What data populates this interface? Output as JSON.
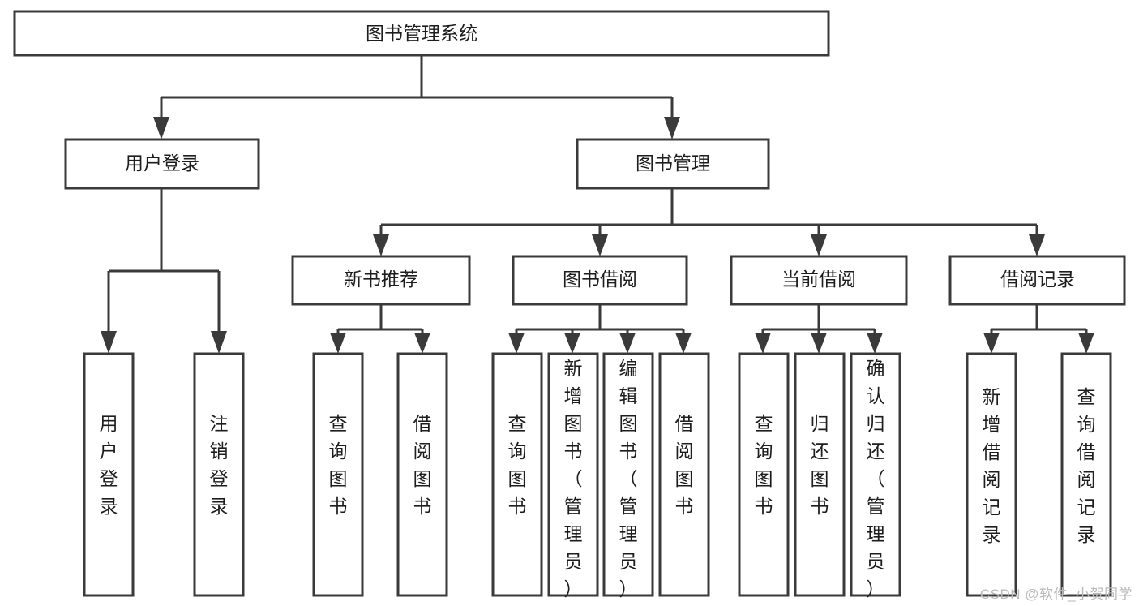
{
  "diagram": {
    "type": "tree",
    "title": "图书管理系统",
    "watermark": "CSDN @软件_小贺同学",
    "colors": {
      "stroke": "#3a3a3a",
      "fill": "#ffffff",
      "text": "#1d1d1d",
      "watermark": "#b9b9b9",
      "background": "#ffffff"
    },
    "root": {
      "label": "图书管理系统",
      "orientation": "horizontal"
    },
    "level2": [
      {
        "label": "用户登录",
        "orientation": "horizontal"
      },
      {
        "label": "图书管理",
        "orientation": "horizontal"
      }
    ],
    "level3": [
      {
        "label": "新书推荐",
        "orientation": "horizontal"
      },
      {
        "label": "图书借阅",
        "orientation": "horizontal"
      },
      {
        "label": "当前借阅",
        "orientation": "horizontal"
      },
      {
        "label": "借阅记录",
        "orientation": "horizontal"
      }
    ],
    "leaves": [
      {
        "label": "用户登录",
        "parent": "用户登录",
        "orientation": "vertical"
      },
      {
        "label": "注销登录",
        "parent": "用户登录",
        "orientation": "vertical"
      },
      {
        "label": "查询图书",
        "parent": "新书推荐",
        "orientation": "vertical"
      },
      {
        "label": "借阅图书",
        "parent": "新书推荐",
        "orientation": "vertical"
      },
      {
        "label": "查询图书",
        "parent": "图书借阅",
        "orientation": "vertical"
      },
      {
        "label": "新增图书（管理员）",
        "parent": "图书借阅",
        "orientation": "vertical"
      },
      {
        "label": "编辑图书（管理员）",
        "parent": "图书借阅",
        "orientation": "vertical"
      },
      {
        "label": "借阅图书",
        "parent": "图书借阅",
        "orientation": "vertical"
      },
      {
        "label": "查询图书",
        "parent": "当前借阅",
        "orientation": "vertical"
      },
      {
        "label": "归还图书",
        "parent": "当前借阅",
        "orientation": "vertical"
      },
      {
        "label": "确认归还（管理员）",
        "parent": "当前借阅",
        "orientation": "vertical"
      },
      {
        "label": "新增借阅记录",
        "parent": "借阅记录",
        "orientation": "vertical"
      },
      {
        "label": "查询借阅记录",
        "parent": "借阅记录",
        "orientation": "vertical"
      }
    ]
  }
}
